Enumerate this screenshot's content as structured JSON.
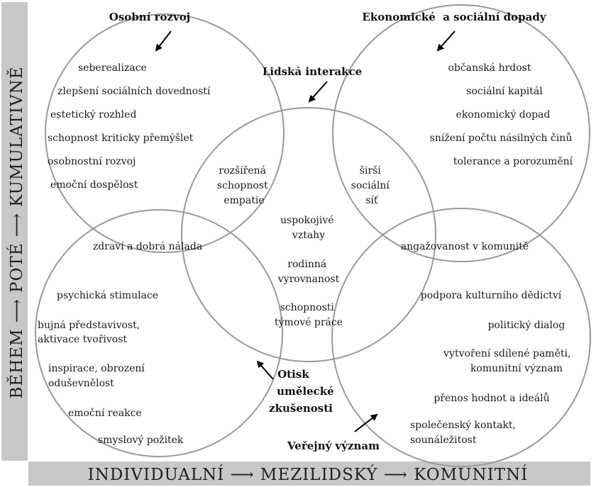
{
  "colors": {
    "axis_band": "#c8c8c8",
    "circle_stroke": "#9a9a9a",
    "text": "#1a1a1a",
    "arrow": "#000000"
  },
  "axes": {
    "vertical": "BĚHEM ⟶ POTÉ ⟶ KUMULATIVNĚ",
    "horizontal": "INDIVIDUALNÍ ⟶ MEZILIDSKÝ ⟶ KOMUNITNÍ"
  },
  "titles": {
    "personal": "Osobní rozvoj",
    "economic_social": "Ekonomické  a sociální dopady",
    "human_interaction": "Lidská interakce",
    "artistic_impression": [
      "Otisk",
      "umělecké",
      "zkušenosti"
    ],
    "public_meaning": "Veřejný význam"
  },
  "personal_items": [
    "seberealizace",
    "zlepšení sociálních dovedností",
    "estetický rozhled",
    "schopnost kriticky přemýšlet",
    "osobnostní rozvoj",
    "emoční dospělost"
  ],
  "economic_items": [
    "občanská hrdost",
    "sociální kapitál",
    "ekonomický dopad",
    "snížení počtu násilných činů",
    "tolerance a porozumění"
  ],
  "overlaps": {
    "empathy": [
      "rozšířená",
      "schopnost",
      "empatie"
    ],
    "network": [
      "širší",
      "sociální",
      "síť"
    ],
    "health": "zdraví a dobrá nálada",
    "community": "angažovanost v komunitě"
  },
  "center_items": [
    [
      "uspokojivé",
      "vztahy"
    ],
    [
      "rodinná",
      "vyrovnanost"
    ],
    [
      "schopnosti",
      "týmové práce"
    ]
  ],
  "artistic_items": [
    [
      "psychická stimulace"
    ],
    [
      "bujná představivost,",
      "aktivace tvořivost"
    ],
    [
      "inspirace, obrození",
      "oduševnělost"
    ],
    [
      "emoční reakce"
    ],
    [
      "smyslový požitek"
    ]
  ],
  "public_items": [
    [
      "podpora kulturního dědictví"
    ],
    [
      "politický dialog"
    ],
    [
      "vytvoření sdílené paměti,",
      "komunitní význam"
    ],
    [
      "přenos hodnot a ideálů"
    ],
    [
      "společenský kontakt,",
      "sounáležitost"
    ]
  ]
}
